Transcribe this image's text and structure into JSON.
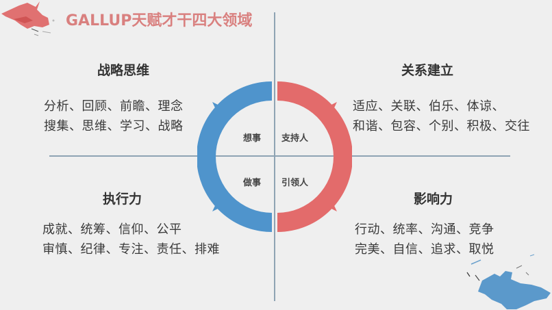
{
  "header": {
    "title_latin": "GALLUP",
    "title_cn": "天赋才干四大领域"
  },
  "colors": {
    "background": "#efefef",
    "title": "#d9807f",
    "blue": "#4f94cc",
    "red": "#e36b6b",
    "axis_line": "#8ea3b3"
  },
  "quadrants": [
    {
      "id": "strategic-thinking",
      "title": "战略思维",
      "lines": [
        "分析、回顾、前瞻、理念",
        "搜集、思维、学习、战略"
      ]
    },
    {
      "id": "relationship-building",
      "title": "关系建立",
      "lines": [
        "适应、关联、伯乐、体谅、",
        "和谐、包容、个别、积极、交往"
      ]
    },
    {
      "id": "executing",
      "title": "执行力",
      "lines": [
        "成就、统筹、信仰、公平",
        "审慎、纪律、专注、责任、排难"
      ]
    },
    {
      "id": "influencing",
      "title": "影响力",
      "lines": [
        "行动、统率、沟通、竞争",
        "完美、自信、追求、取悦"
      ]
    }
  ],
  "cycle": {
    "top_left": "想事",
    "top_right": "支持人",
    "bottom_left": "做事",
    "bottom_right": "引领人"
  }
}
